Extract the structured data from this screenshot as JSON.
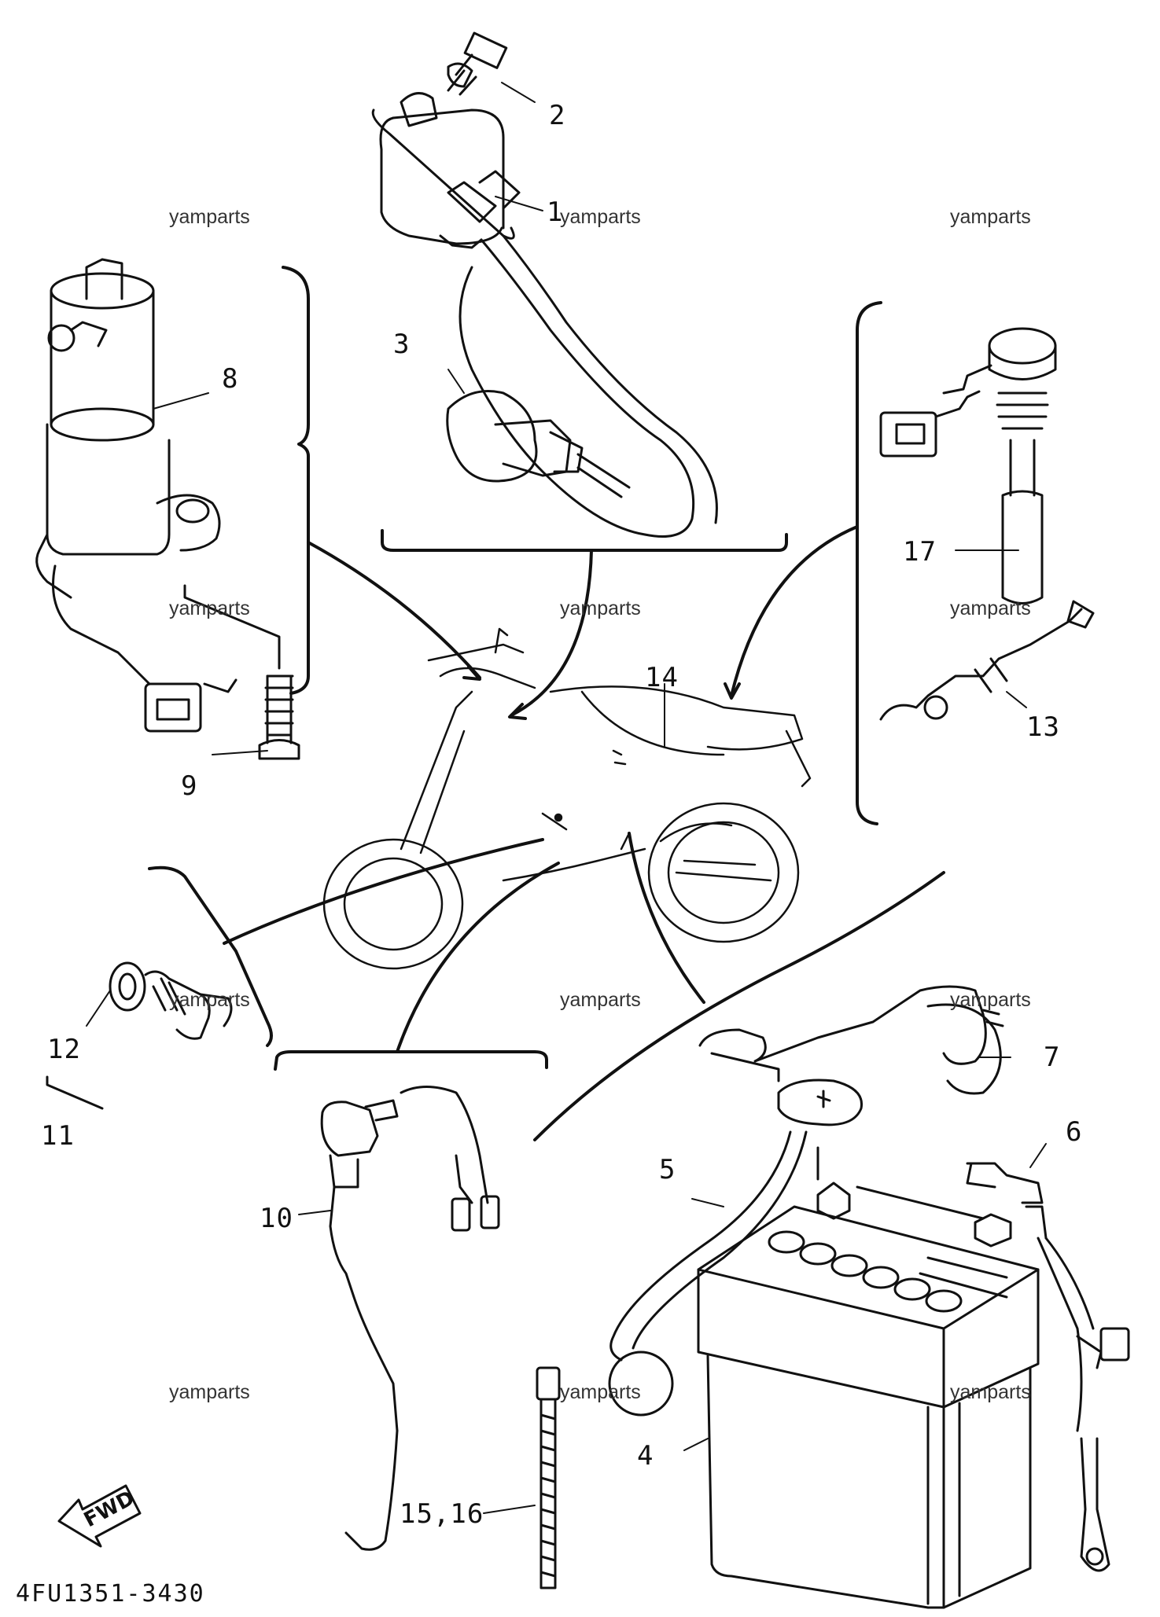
{
  "watermark": "yamparts",
  "callouts": {
    "c1": "1",
    "c2": "2",
    "c3": "3",
    "c4": "4",
    "c5": "5",
    "c6": "6",
    "c7": "7",
    "c8": "8",
    "c9": "9",
    "c10": "10",
    "c11": "11",
    "c12": "12",
    "c13": "13",
    "c14": "14",
    "c17": "17",
    "c15_16": "15,16"
  },
  "fwd_label": "FWD",
  "diagram_code": "4FU1351-3430",
  "colors": {
    "ink": "#111111",
    "background": "#ffffff",
    "watermark": "#333333"
  }
}
